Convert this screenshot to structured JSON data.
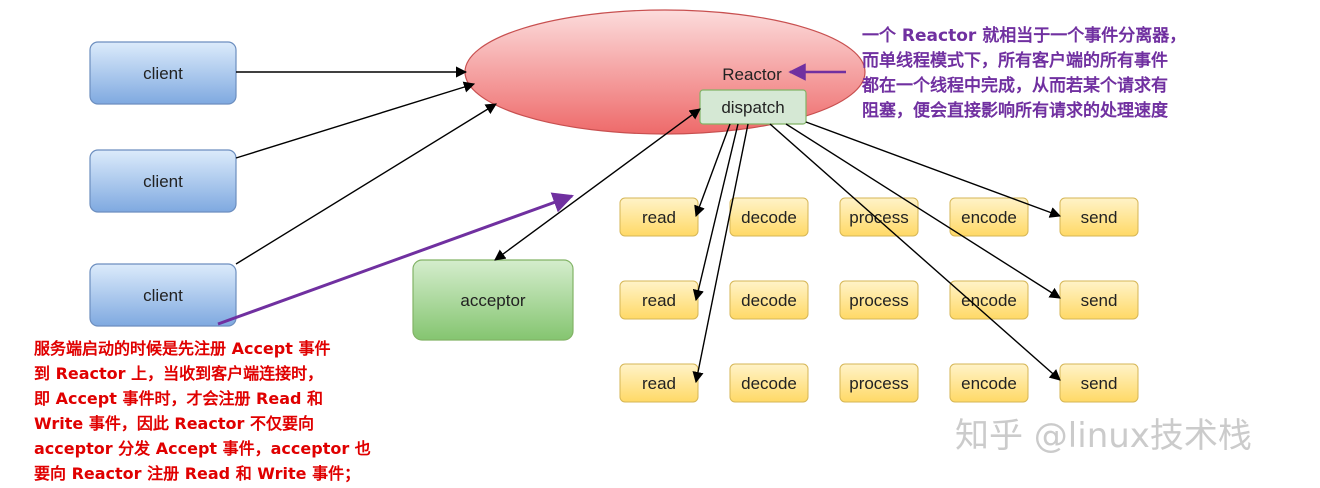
{
  "nodes": {
    "clients": [
      "client",
      "client",
      "client"
    ],
    "reactor": "Reactor",
    "dispatch": "dispatch",
    "acceptor": "acceptor",
    "pipeline_rows": [
      [
        "read",
        "decode",
        "process",
        "encode",
        "send"
      ],
      [
        "read",
        "decode",
        "process",
        "encode",
        "send"
      ],
      [
        "read",
        "decode",
        "process",
        "encode",
        "send"
      ]
    ]
  },
  "notes": {
    "reactor_note": "一个 Reactor 就相当于一个事件分离器，\n而单线程模式下，所有客户端的所有事件\n都在一个线程中完成，从而若某个请求有\n阻塞，便会直接影响所有请求的处理速度",
    "acceptor_note": "服务端启动的时候是先注册 Accept 事件\n到 Reactor 上，当收到客户端连接时，\n即 Accept 事件时，才会注册 Read 和\nWrite 事件，因此 Reactor 不仅要向\nacceptor 分发 Accept 事件，acceptor 也\n要向 Reactor 注册 Read 和 Write 事件；"
  },
  "watermark": "知乎 @linux技术栈",
  "colors": {
    "client_fill": "#8fb8e8",
    "reactor_fill": "#f47c7c",
    "dispatch_fill": "#d5e8d4",
    "acceptor_fill": "#8fcc7f",
    "stage_fill": "#ffe28a",
    "purple": "#7030a0",
    "red_text": "#e00000"
  }
}
